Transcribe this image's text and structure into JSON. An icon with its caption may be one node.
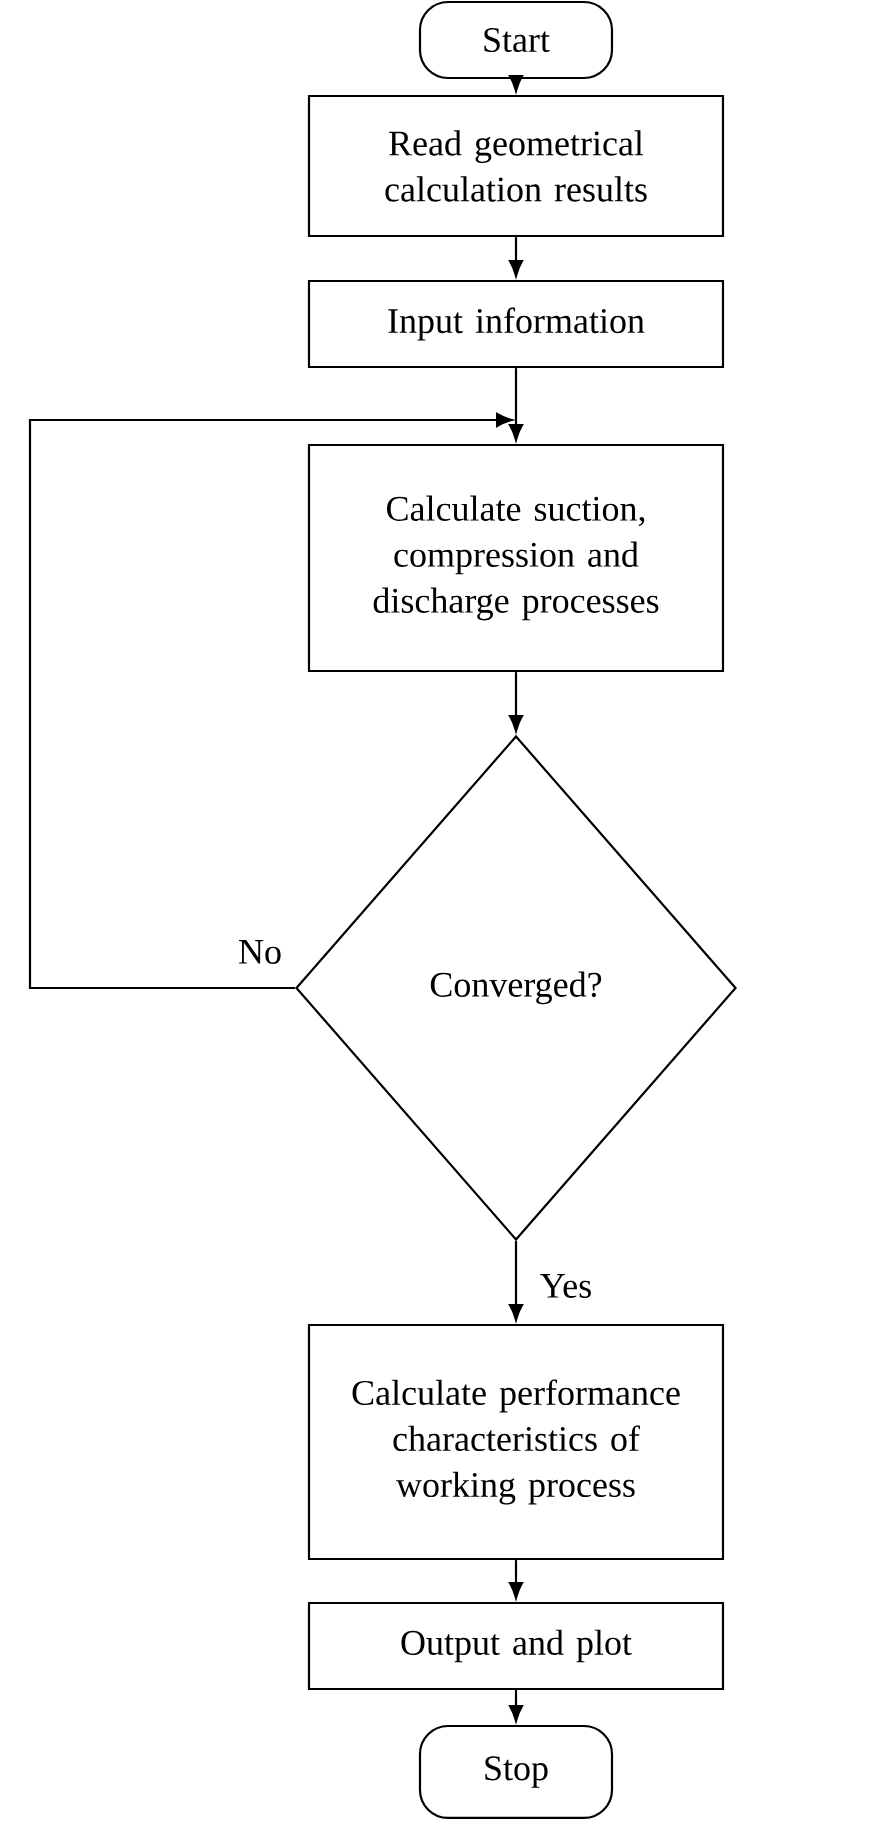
{
  "diagram": {
    "nodes": [
      {
        "text": [
          "Start"
        ]
      },
      {
        "text": [
          "Read geometrical calculation results"
        ]
      },
      {
        "text": [
          "Input information"
        ]
      },
      {
        "text": [
          "Calculate suction, compression and discharge processes"
        ]
      },
      {
        "text": [
          "Converged?"
        ]
      },
      {
        "text": [
          "Calculate performance characteristics of working process"
        ]
      },
      {
        "text": [
          "Output and plot"
        ]
      },
      {
        "text": [
          "Stop"
        ]
      }
    ],
    "edges": [
      {
        "from": 0,
        "to": 1,
        "arrow": "to"
      },
      {
        "from": 1,
        "to": 2,
        "arrow": "to"
      },
      {
        "from": 2,
        "to": 3,
        "arrow": "to"
      },
      {
        "from": 3,
        "to": 4,
        "arrow": "to"
      },
      {
        "from": 4,
        "to": 3,
        "arrow": "to",
        "label": "No"
      },
      {
        "from": 4,
        "to": 5,
        "arrow": "to",
        "label": "Yes"
      },
      {
        "from": 5,
        "to": 6,
        "arrow": "to"
      },
      {
        "from": 6,
        "to": 7,
        "arrow": "to"
      }
    ]
  }
}
